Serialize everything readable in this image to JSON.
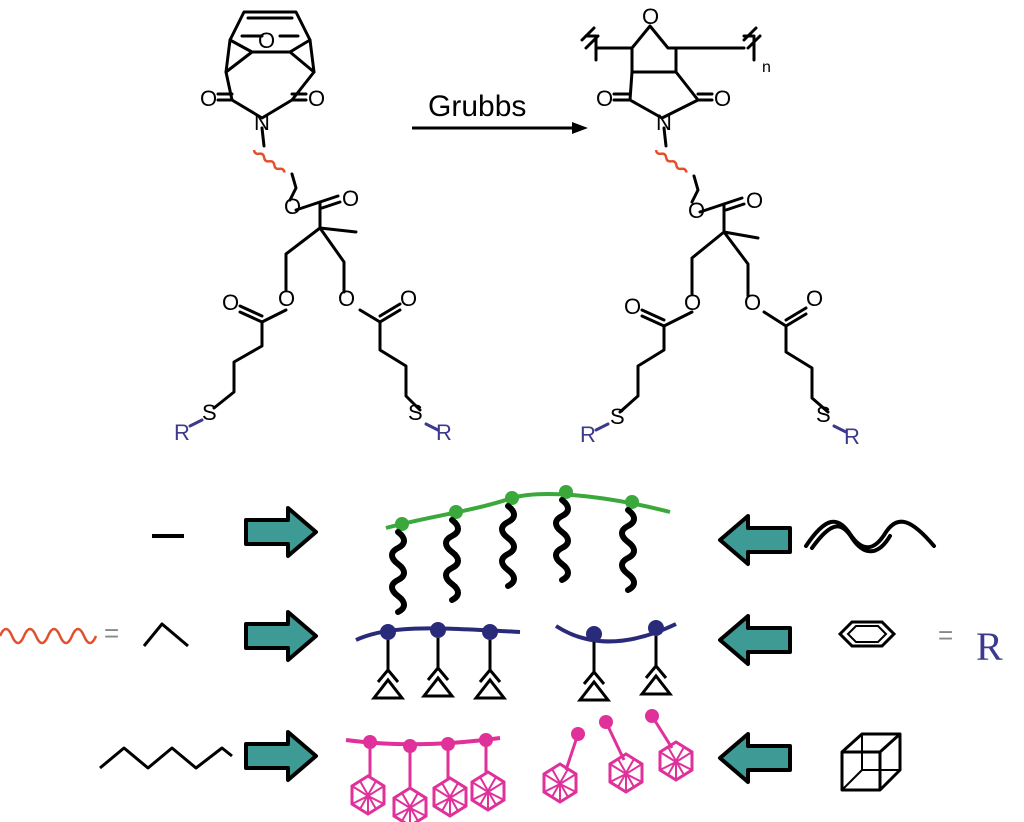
{
  "reaction": {
    "catalyst": "Grubbs",
    "repeat_subscript": "n",
    "atoms": {
      "O": "O",
      "N": "N",
      "S": "S",
      "R": "R"
    }
  },
  "legend": {
    "equals": "=",
    "r_symbol": "R"
  },
  "colors": {
    "linker_wave": "#e4502e",
    "r_label": "#3b3a8f",
    "arrow_fill": "#3e9a94",
    "row1_polymer": "#3aa83a",
    "row2_polymer": "#2a2a7a",
    "row3_polymer": "#e0309a"
  },
  "icons": {
    "arrow": "block-arrow",
    "row1_substituent": "helical-chain",
    "row2_substituent": "benzene-ring",
    "row3_substituent": "cubane-cage"
  }
}
